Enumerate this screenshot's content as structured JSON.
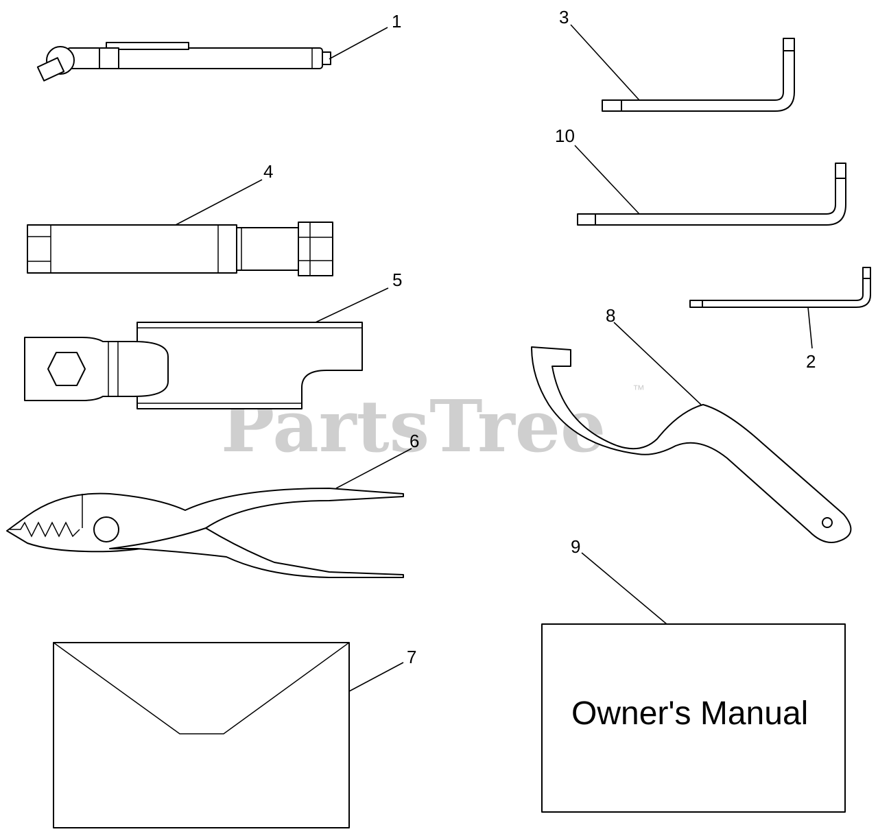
{
  "watermark": {
    "text": "PartsTree",
    "tm": "™"
  },
  "manual": {
    "title": "Owner's Manual"
  },
  "callouts": {
    "c1": "1",
    "c2": "2",
    "c3": "3",
    "c4": "4",
    "c5": "5",
    "c6": "6",
    "c7": "7",
    "c8": "8",
    "c9": "9",
    "c10": "10"
  }
}
